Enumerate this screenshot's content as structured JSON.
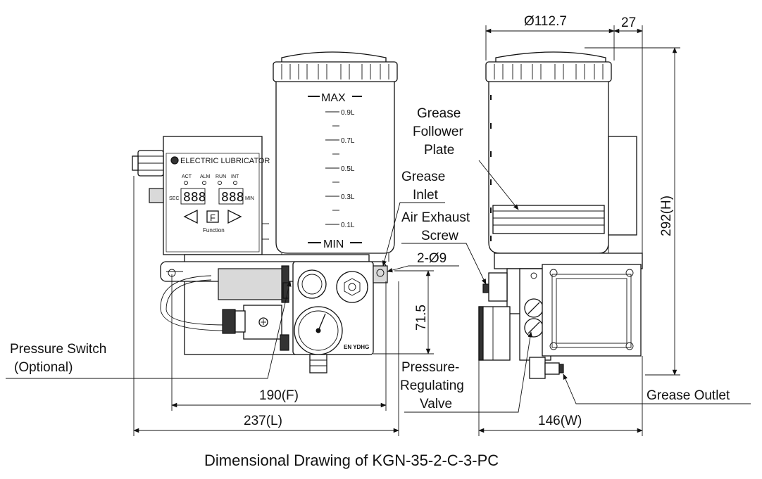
{
  "title": "Dimensional Drawing of KGN-35-2-C-3-PC",
  "panel": {
    "brand": "ELECTRIC LUBRICATOR",
    "indicators": [
      "ACT",
      "ALM",
      "RUN",
      "INT"
    ],
    "left_unit": "SEC",
    "right_unit": "MIN",
    "digits": "888",
    "function_key": "F",
    "function_label": "Function"
  },
  "reservoir": {
    "max_label": "MAX",
    "min_label": "MIN",
    "levels": [
      "0.9L",
      "0.7L",
      "0.5L",
      "0.3L",
      "0.1L"
    ]
  },
  "labels": {
    "grease_follower_plate": [
      "Grease",
      "Follower",
      "Plate"
    ],
    "grease_inlet": [
      "Grease",
      "Inlet"
    ],
    "air_exhaust_screw": [
      "Air Exhaust",
      "Screw"
    ],
    "mount_holes": "2-Ø9",
    "pressure_switch": [
      "Pressure Switch",
      "(Optional)"
    ],
    "pressure_regulating_valve": [
      "Pressure-",
      "Regulating",
      "Valve"
    ],
    "grease_outlet": "Grease Outlet"
  },
  "dimensions": {
    "diameter": "Ø112.7",
    "offset": "27",
    "height": "292(H)",
    "mount_height": "71.5",
    "mount_pitch": "190(F)",
    "length": "237(L)",
    "width": "146(W)"
  }
}
